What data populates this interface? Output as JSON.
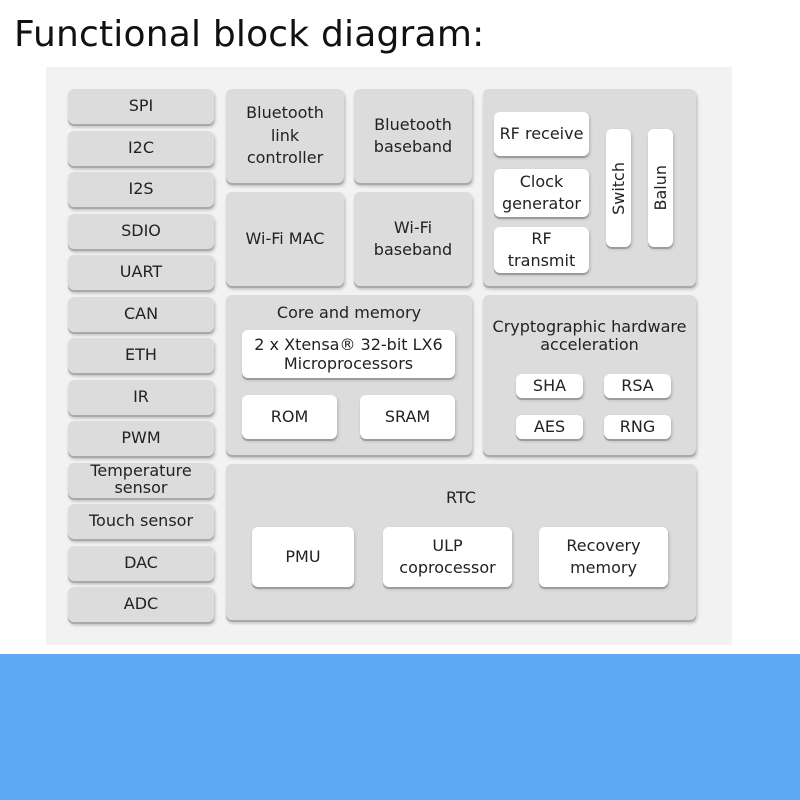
{
  "title": "Functional block diagram:",
  "interfaces": [
    "SPI",
    "I2C",
    "I2S",
    "SDIO",
    "UART",
    "CAN",
    "ETH",
    "IR",
    "PWM",
    "Temperature\nsensor",
    "Touch sensor",
    "DAC",
    "ADC"
  ],
  "bluetooth_link_controller": "Bluetooth\nlink\ncontroller",
  "bluetooth_baseband": "Bluetooth\nbaseband",
  "wifi_mac": "Wi-Fi MAC",
  "wifi_baseband": "Wi-Fi\nbaseband",
  "rf": {
    "receive": "RF receive",
    "clock_generator": "Clock\ngenerator",
    "transmit": "RF\ntransmit",
    "switch": "Switch",
    "balun": "Balun"
  },
  "core": {
    "title": "Core and memory",
    "processor": "2 x Xtensa® 32-bit LX6\nMicroprocessors",
    "rom": "ROM",
    "sram": "SRAM"
  },
  "crypto": {
    "title": "Cryptographic hardware\nacceleration",
    "sha": "SHA",
    "rsa": "RSA",
    "aes": "AES",
    "rng": "RNG"
  },
  "rtc": {
    "title": "RTC",
    "pmu": "PMU",
    "ulp": "ULP\ncoprocessor",
    "recovery": "Recovery\nmemory"
  },
  "colors": {
    "block": "#dcdcdc",
    "panel": "#f2f2f2",
    "footer": "#5ea9f3"
  }
}
